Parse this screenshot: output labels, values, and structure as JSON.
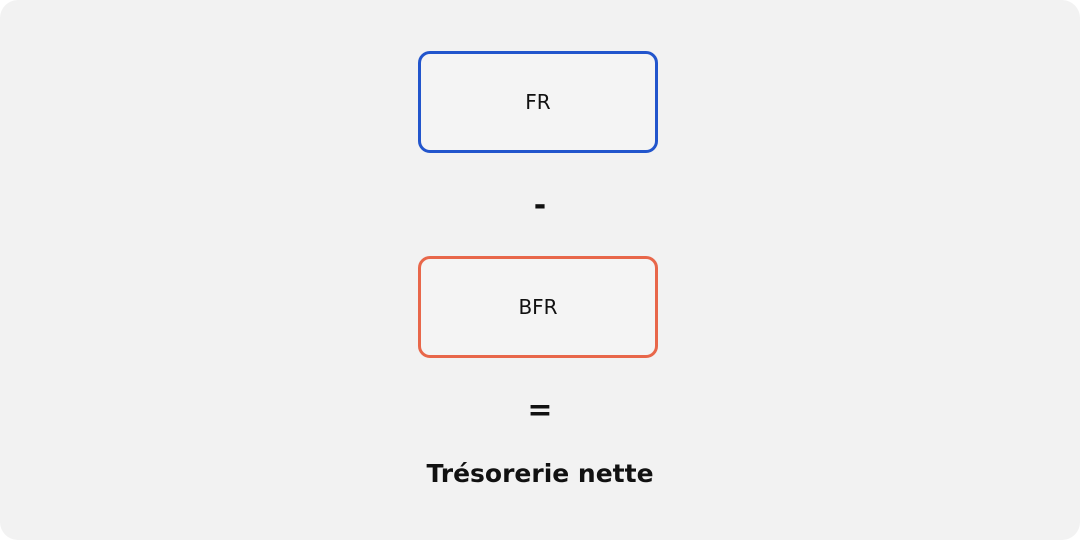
{
  "formula": {
    "term1": {
      "label": "FR",
      "border_color": "#2255cc"
    },
    "operator1": "-",
    "term2": {
      "label": "BFR",
      "border_color": "#e8674a"
    },
    "operator2": "=",
    "result": "Trésorerie nette"
  }
}
